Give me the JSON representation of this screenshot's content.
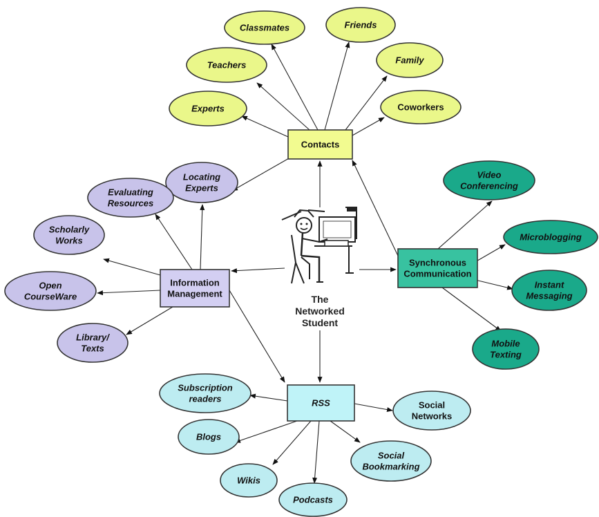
{
  "colors": {
    "contacts_fill": "#eaf78a",
    "contacts_box_fill": "#f2fb90",
    "info_fill": "#c8c3ea",
    "info_box_fill": "#d3cff2",
    "sync_fill": "#1aa98a",
    "sync_box_fill": "#38c2a0",
    "rss_fill": "#bdecf1",
    "rss_box_fill": "#bff3f8"
  },
  "center": {
    "label_lines": [
      "The",
      "Networked",
      "Student"
    ],
    "figure": "stick-figure-student-at-computer"
  },
  "hubs": {
    "contacts": {
      "lines": [
        "Contacts"
      ]
    },
    "info": {
      "lines": [
        "Information",
        "Management"
      ]
    },
    "sync": {
      "lines": [
        "Synchronous",
        "Communication"
      ]
    },
    "rss": {
      "lines": [
        "RSS"
      ]
    }
  },
  "nodes": {
    "classmates": {
      "lines": [
        "Classmates"
      ]
    },
    "friends": {
      "lines": [
        "Friends"
      ]
    },
    "teachers": {
      "lines": [
        "Teachers"
      ]
    },
    "family": {
      "lines": [
        "Family"
      ]
    },
    "experts": {
      "lines": [
        "Experts"
      ]
    },
    "coworkers": {
      "lines": [
        "Coworkers"
      ]
    },
    "locating_experts": {
      "lines": [
        "Locating",
        "Experts"
      ]
    },
    "evaluating_resources": {
      "lines": [
        "Evaluating",
        "Resources"
      ]
    },
    "scholarly_works": {
      "lines": [
        "Scholarly",
        "Works"
      ]
    },
    "open_courseware": {
      "lines": [
        "Open",
        "CourseWare"
      ]
    },
    "library_texts": {
      "lines": [
        "Library/",
        "Texts"
      ]
    },
    "video_conferencing": {
      "lines": [
        "Video",
        "Conferencing"
      ]
    },
    "microblogging": {
      "lines": [
        "Microblogging"
      ]
    },
    "instant_messaging": {
      "lines": [
        "Instant",
        "Messaging"
      ]
    },
    "mobile_texting": {
      "lines": [
        "Mobile",
        "Texting"
      ]
    },
    "subscription_readers": {
      "lines": [
        "Subscription",
        "readers"
      ]
    },
    "social_networks": {
      "lines": [
        "Social",
        "Networks"
      ]
    },
    "blogs": {
      "lines": [
        "Blogs"
      ]
    },
    "social_bookmarking": {
      "lines": [
        "Social",
        "Bookmarking"
      ]
    },
    "wikis": {
      "lines": [
        "Wikis"
      ]
    },
    "podcasts": {
      "lines": [
        "Podcasts"
      ]
    }
  }
}
